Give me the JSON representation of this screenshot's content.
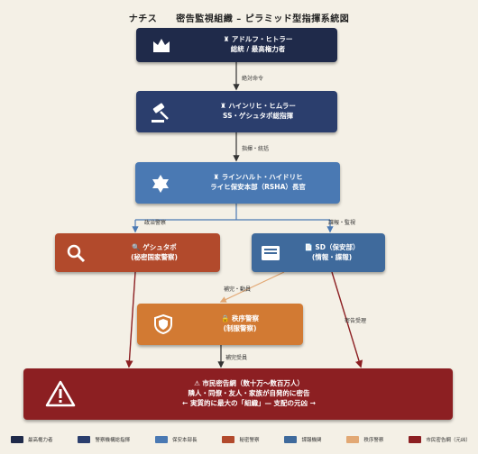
{
  "title": "ナチス　　密告監視組織 – ピラミッド型指揮系統図",
  "nodes": {
    "leader": {
      "line1": "♜ アドルフ・ヒトラー",
      "line2": "総統 / 最高権力者"
    },
    "himmler": {
      "line1": "♜ ハインリヒ・ヒムラー",
      "line2": "SS・ゲシュタポ総指揮"
    },
    "rsha": {
      "line1": "♜ ラインハルト・ハイドリヒ",
      "line2": "ライヒ保安本部（RSHA）長官"
    },
    "gestapo": {
      "line1": "🔍 ゲシュタポ",
      "line2": "(秘密国家警察)"
    },
    "sd": {
      "line1": "📄 SD（保安部）",
      "line2": "(情報・諜報)"
    },
    "orpo": {
      "line1": "🔒 秩序警察",
      "line2": "(制服警察)"
    },
    "network": {
      "line1": "⚠ 市民密告網（数十万〜数百万人）",
      "line2": "隣人・同僚・友人・家族が自発的に密告",
      "line3": "← 実質的に最大の「組織」— 支配の元凶 →"
    }
  },
  "edge_labels": {
    "absolute_order": "絶対命令",
    "command_control": "指揮・統括",
    "political_police": "政治警察",
    "intel_surveillance": "諜報・監視",
    "cooperation": "補完・動員",
    "informant_receipt": "密告受理",
    "informant_receipt2": "補完受員"
  },
  "legend": [
    {
      "label": "最高権力者",
      "color": "#1f2a4a"
    },
    {
      "label": "警察機構総指揮",
      "color": "#2b3e6d"
    },
    {
      "label": "保安本部長",
      "color": "#4a79b3"
    },
    {
      "label": "秘密警察",
      "color": "#b24a2c"
    },
    {
      "label": "諜報機関",
      "color": "#3f6a9c"
    },
    {
      "label": "秩序警察",
      "color": "#e2a874"
    },
    {
      "label": "市民密告網（元凶）",
      "color": "#8c1f22"
    }
  ],
  "icons": {
    "leader": "crown-icon",
    "himmler": "gavel-icon",
    "rsha": "star-of-david-icon",
    "gestapo": "magnifier-icon",
    "sd": "inbox-icon",
    "orpo": "shield-icon",
    "network": "warning-icon"
  }
}
